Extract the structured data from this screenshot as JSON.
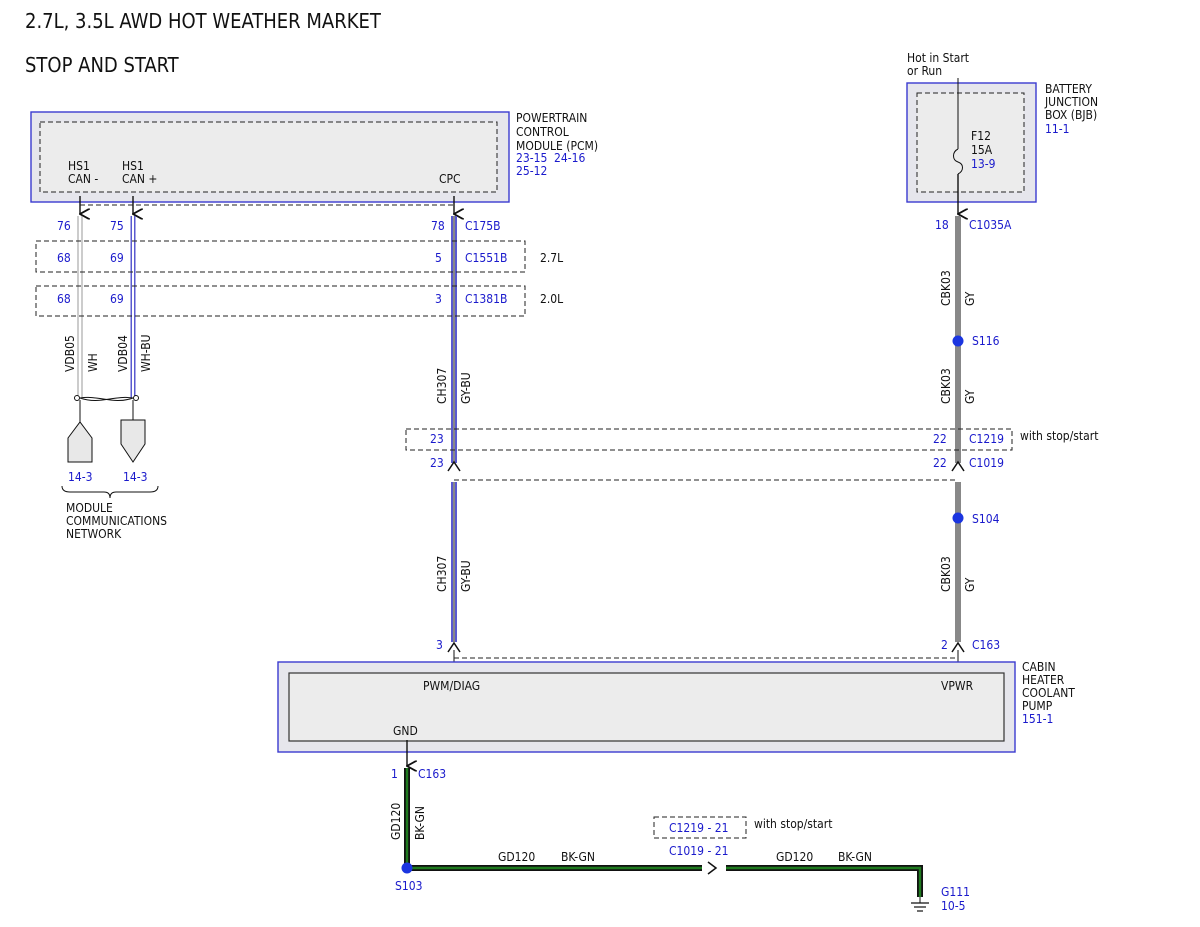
{
  "title": "2.7L, 3.5L AWD HOT WEATHER MARKET",
  "subtitle": "STOP AND START",
  "pcm": {
    "name": [
      "POWERTRAIN",
      "CONTROL",
      "MODULE (PCM)"
    ],
    "refs_line1": [
      "23-15",
      "24-16"
    ],
    "refs_line2": "25-12",
    "pin_hs1_minus": [
      "HS1",
      "CAN -"
    ],
    "pin_hs1_plus": [
      "HS1",
      "CAN +"
    ],
    "pin_cpc": "CPC"
  },
  "bjb": {
    "name": [
      "BATTERY",
      "JUNCTION",
      "BOX (BJB)"
    ],
    "ref": "11-1",
    "hot_label": [
      "Hot in Start",
      "or Run"
    ],
    "fuse": "F12",
    "rating": "15A",
    "fuse_ref": "13-9"
  },
  "connectors": {
    "pcm_main": {
      "pins": [
        "76",
        "75",
        "78"
      ],
      "name": "C175B"
    },
    "row_27": {
      "pins": [
        "68",
        "69",
        "5"
      ],
      "name": "C1551B",
      "engine": "2.7L"
    },
    "row_20": {
      "pins": [
        "68",
        "69",
        "3"
      ],
      "name": "C1381B",
      "engine": "2.0L"
    },
    "bjb_out": {
      "pin": "18",
      "name": "C1035A"
    },
    "c1219": {
      "pin_left": "23",
      "pin_right": "22",
      "name": "C1219",
      "note": "with stop/start"
    },
    "c1019": {
      "pin_left": "23",
      "pin_right": "22",
      "name": "C1019"
    },
    "c163_top": {
      "pin_left": "3",
      "pin_right": "2",
      "name": "C163"
    },
    "c163_gnd": {
      "pin": "1",
      "name": "C163"
    },
    "ground_inline": {
      "upper": "C1219 - 21",
      "lower": "C1019 - 21",
      "note": "with stop/start"
    }
  },
  "wires": {
    "vdb05": {
      "circuit": "VDB05",
      "color": "WH"
    },
    "vdb04": {
      "circuit": "VDB04",
      "color": "WH-BU"
    },
    "ch307": {
      "circuit": "CH307",
      "color": "GY-BU"
    },
    "cbk03": {
      "circuit": "CBK03",
      "color": "GY"
    },
    "gd120": {
      "circuit": "GD120",
      "color": "BK-GN"
    }
  },
  "splices": {
    "s116": "S116",
    "s104": "S104",
    "s103": "S103"
  },
  "network": {
    "ref_left": "14-3",
    "ref_right": "14-3",
    "label": [
      "MODULE",
      "COMMUNICATIONS",
      "NETWORK"
    ]
  },
  "pump": {
    "name": [
      "CABIN",
      "HEATER",
      "COOLANT",
      "PUMP"
    ],
    "ref": "151-1",
    "pin_pwm": "PWM/DIAG",
    "pin_vpwr": "VPWR",
    "pin_gnd": "GND"
  },
  "ground": {
    "name": "G111",
    "ref": "10-5"
  },
  "colors": {
    "ref_blue": "#1a1acc",
    "gy_wire": "#808080",
    "gy_bu_wire": "#5a5acf",
    "bk_gn_wire": "#1f7a1f",
    "splice_dot": "#1b35e0"
  }
}
